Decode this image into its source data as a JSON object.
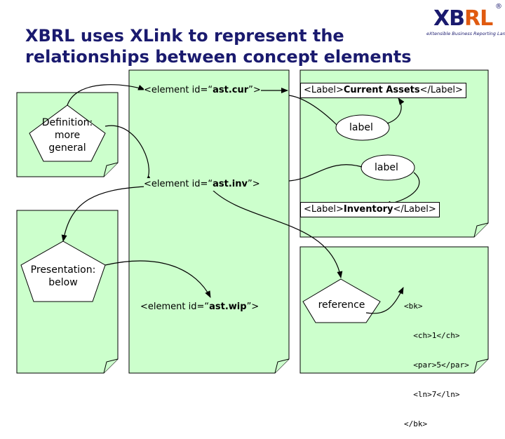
{
  "title": {
    "line1": "XBRL uses XLink to represent the",
    "line2": "relationships between concept elements"
  },
  "logo": {
    "word_main": "XB",
    "word_accent": "RL",
    "registered": "®",
    "tagline": "eXtensible Business Reporting Language",
    "accent_color": "#e05a10",
    "brand_color": "#1a1a6e"
  },
  "colors": {
    "page_fill": "#ccffcc",
    "title": "#1a1a6e"
  },
  "elements": {
    "cur": {
      "prefix": "<element id=“",
      "id": "ast.cur",
      "suffix": "”>"
    },
    "inv": {
      "prefix": "<element id=“",
      "id": "ast.inv",
      "suffix": "”>"
    },
    "wip": {
      "prefix": "<element id=“",
      "id": "ast.wip",
      "suffix": "”>"
    }
  },
  "labels": {
    "current_assets": {
      "open": "<Label>",
      "text": "Current Assets",
      "close": "</Label>"
    },
    "inventory": {
      "open": "<Label>",
      "text": "Inventory",
      "close": "</Label>"
    }
  },
  "arc_labels": {
    "label_1": "label",
    "label_2": "label"
  },
  "pentagons": {
    "definition": {
      "line1": "Definition:",
      "line2": "more",
      "line3": "general"
    },
    "presentation": {
      "line1": "Presentation:",
      "line2": "below"
    },
    "reference": {
      "line1": "reference"
    }
  },
  "reference_code": {
    "lines": [
      "<bk>",
      "  <ch>1</ch>",
      "  <par>5</par>",
      "  <ln>7</ln>",
      "</bk>"
    ]
  }
}
